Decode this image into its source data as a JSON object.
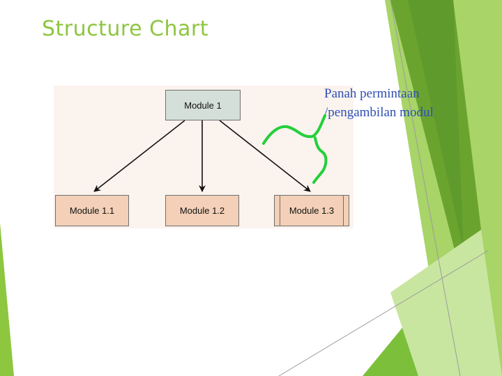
{
  "slide": {
    "title": "Structure Chart"
  },
  "diagram": {
    "root": {
      "label": "Module 1"
    },
    "children": [
      {
        "label": "Module 1.1",
        "kind": "module"
      },
      {
        "label": "Module 1.2",
        "kind": "module"
      },
      {
        "label": "Module 1.3",
        "kind": "library-module"
      }
    ]
  },
  "annotation": {
    "line1": "Panah permintaan",
    "line2": "/pengambilan modul",
    "color": "#2f4fb5",
    "stroke_color": "#22d03a"
  },
  "theme": {
    "accent": "#8dc63f",
    "accent_dark": "#5f9a2c",
    "root_fill": "#d5dfd9",
    "child_fill": "#f3d0b7"
  }
}
